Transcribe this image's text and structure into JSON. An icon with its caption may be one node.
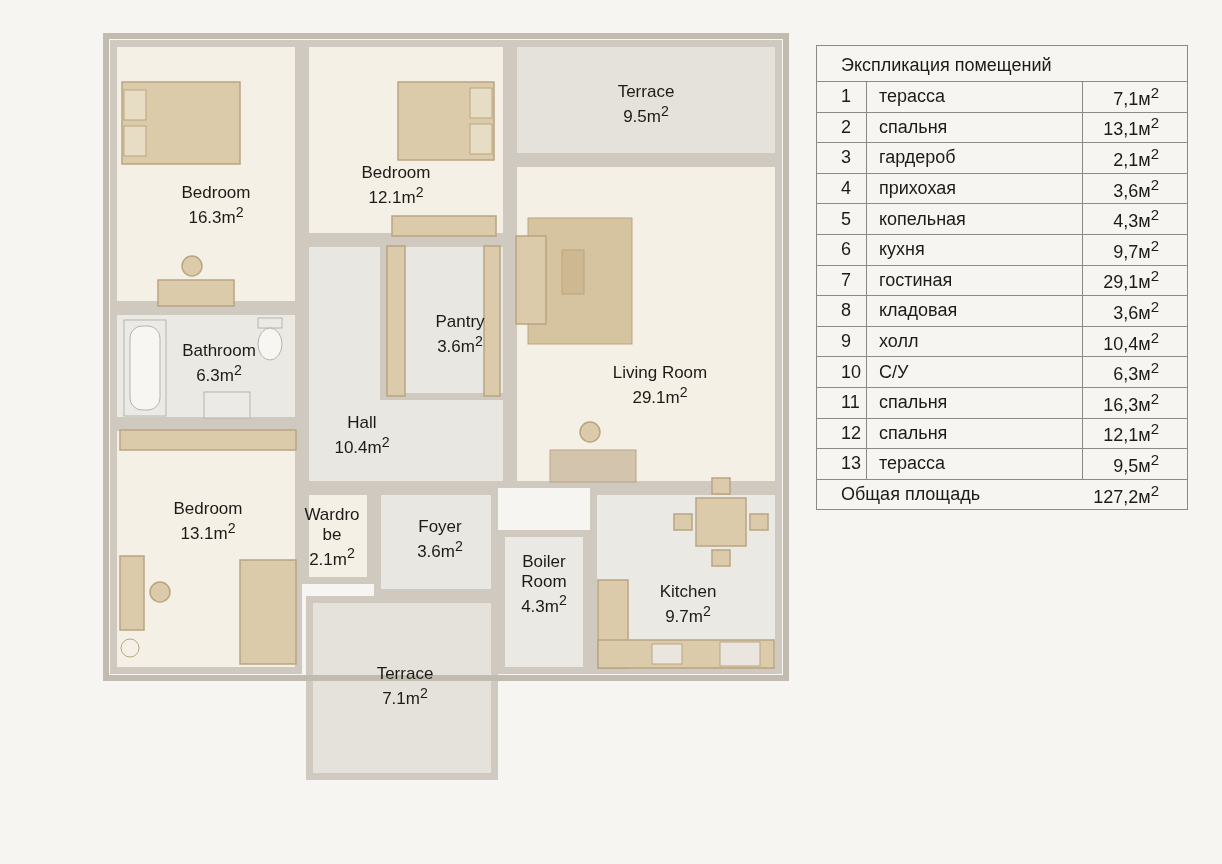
{
  "diagram": {
    "nodes": [
      {
        "text": [
          "Terrace",
          "9.5m$^{2}$"
        ]
      },
      {
        "text": [
          "Bedroom",
          "16.3m$^{2}$"
        ]
      },
      {
        "text": [
          "Bedroom",
          "12.1m$^{2}$"
        ]
      },
      {
        "text": [
          "Living Room",
          "29.1m$^{2}$"
        ]
      },
      {
        "text": [
          "Bathroom",
          "6.3m$^{2}$"
        ]
      },
      {
        "text": [
          "Hall",
          "10.4m$^{2}$"
        ]
      },
      {
        "text": [
          "Pantry",
          "3.6m$^{2}$"
        ],
        "in": 5
      },
      {
        "text": [
          "Bedroom",
          "13.1m$^{2}$"
        ]
      },
      {
        "text": [
          "Wardro be",
          "2.1m$^{2}$"
        ]
      },
      {
        "text": [
          "Foyer",
          "3.6m$^{2}$"
        ]
      },
      {
        "text": [
          "Boiler Room",
          "4.3m$^{2}$"
        ]
      },
      {
        "text": [
          "Kitchen",
          "9.7m$^{2}$"
        ]
      },
      {
        "text": [
          "Terrace",
          "7.1m$^{2}$"
        ]
      }
    ],
    "labels": [
      "Экспликация помещений",
      "1",
      "терасса",
      "7,1м$^{2}$",
      "2",
      "спальня",
      "13,1м$^{2}$",
      "3",
      "гардероб",
      "2,1м$^{2}$",
      "4",
      "прихохая",
      "3,6м$^{2}$",
      "5",
      "копельная",
      "4,3м$^{2}$",
      "6",
      "кухня",
      "9,7м$^{2}$",
      "7",
      "гостиная",
      "29,1м$^{2}$",
      "8",
      "кладовая",
      "3,6м$^{2}$",
      "9",
      "холл",
      "10,4м$^{2}$",
      "10",
      "С/У",
      "6,3м$^{2}$",
      "11",
      "спальня",
      "16,3м$^{2}$",
      "12",
      "спальня",
      "12,1м$^{2}$",
      "13",
      "терасса",
      "9,5м$^{2}$",
      "Общая площадь",
      "127,2м$^{2}$"
    ]
  }
}
